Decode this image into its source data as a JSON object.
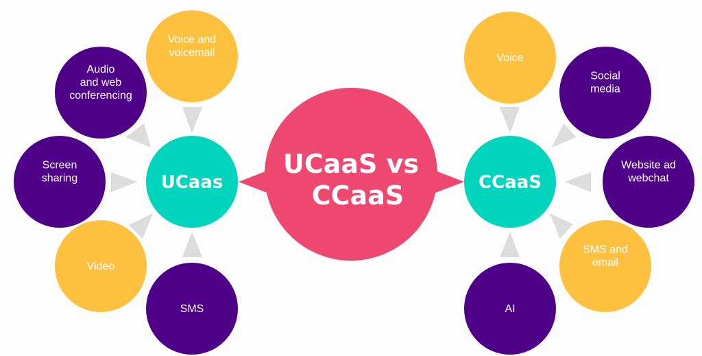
{
  "colors": {
    "purple": "#4e0088",
    "yellow": "#fdc13f",
    "teal": "#00d4bc",
    "pink": "#ee4870",
    "arrow": "#dcdcdc"
  },
  "title": {
    "line1": "UCaaS vs",
    "line2": "CCaaS"
  },
  "left": {
    "hub": "UCaas",
    "nodes": [
      {
        "lines": [
          "Voice and",
          "voicemail"
        ],
        "color": "yellow"
      },
      {
        "lines": [
          "Audio",
          "and web",
          "conferencing"
        ],
        "color": "purple"
      },
      {
        "lines": [
          "Screen",
          "sharing"
        ],
        "color": "purple"
      },
      {
        "lines": [
          "Video"
        ],
        "color": "yellow"
      },
      {
        "lines": [
          "SMS"
        ],
        "color": "purple"
      }
    ]
  },
  "right": {
    "hub": "CCaaS",
    "nodes": [
      {
        "lines": [
          "Voice"
        ],
        "color": "yellow"
      },
      {
        "lines": [
          "Social",
          "media"
        ],
        "color": "purple"
      },
      {
        "lines": [
          "Website ad",
          "webchat"
        ],
        "color": "purple"
      },
      {
        "lines": [
          "SMS and",
          "email"
        ],
        "color": "yellow"
      },
      {
        "lines": [
          "AI"
        ],
        "color": "purple"
      }
    ]
  }
}
